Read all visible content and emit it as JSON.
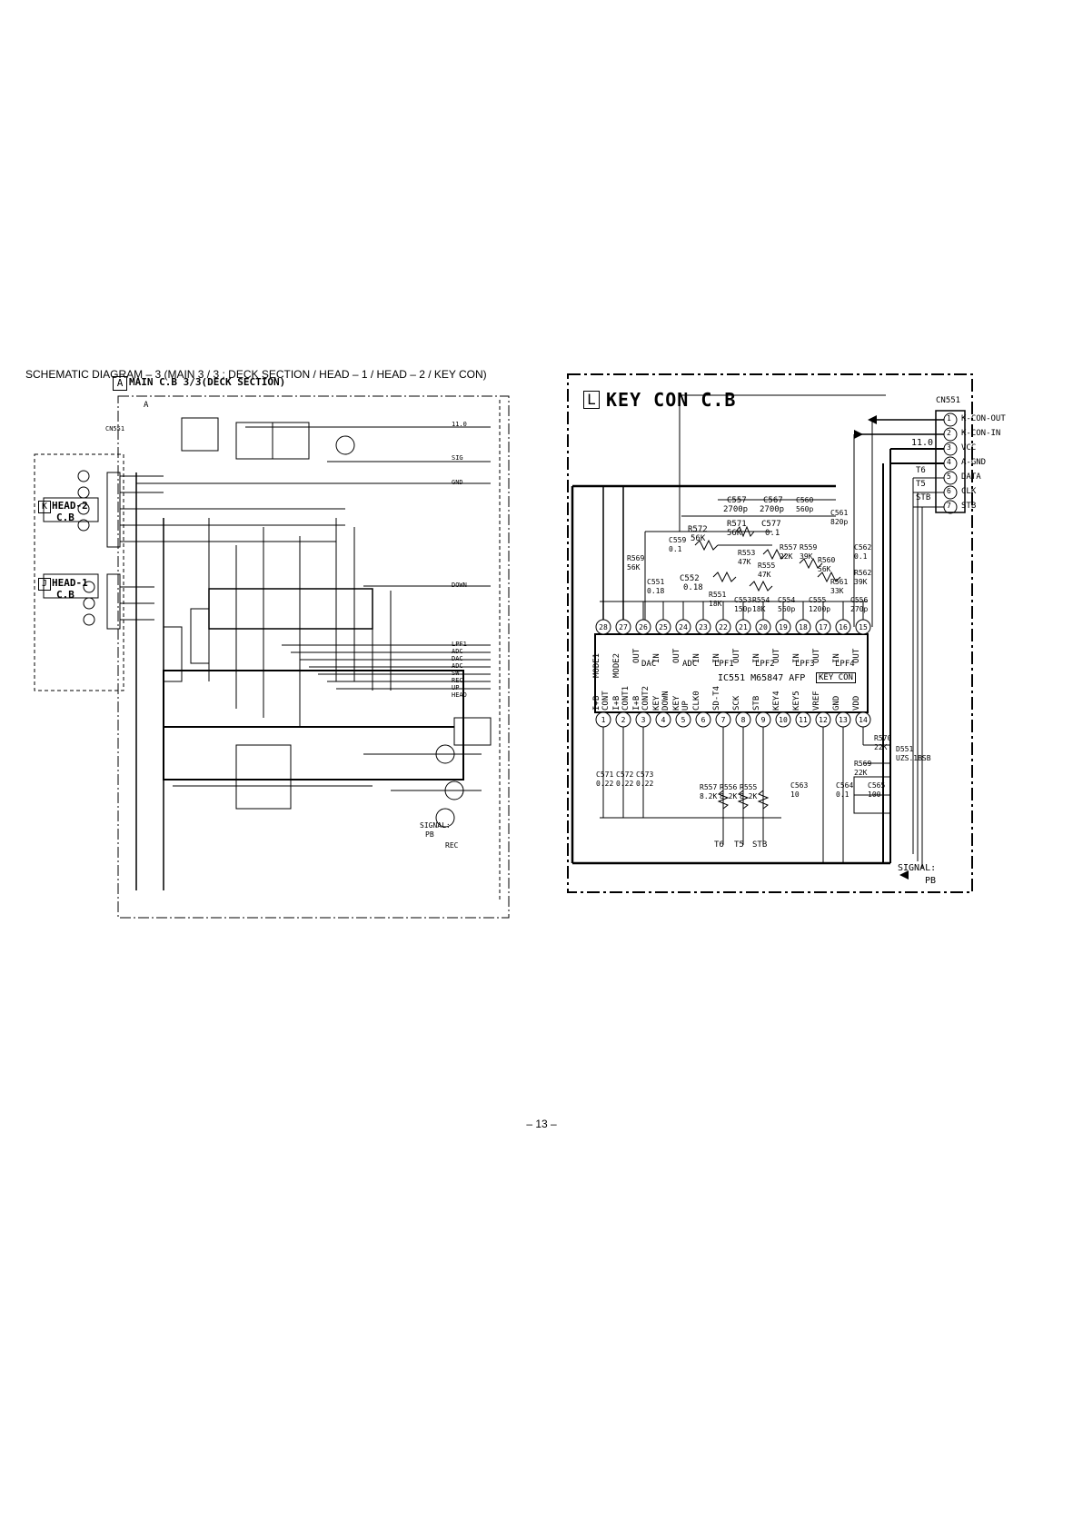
{
  "caption": "SCHEMATIC  DIAGRAM – 3  (MAIN 3 / 3 : DECK  SECTION / HEAD – 1 / HEAD – 2 / KEY  CON)",
  "page_number": "– 13 –",
  "main_board": {
    "box_letter": "A",
    "title": "MAIN C.B 3/3(DECK SECTION)",
    "connector": "CN551",
    "right_labels": [
      "11.0",
      "SIG",
      "GND",
      "DOWN",
      "LPF1",
      "ADC",
      "DAC",
      "ADC",
      "SW",
      "REC",
      "UP",
      "HEAD"
    ],
    "signal_label": "SIGNAL:",
    "pb_label": "PB",
    "rec_label": "REC"
  },
  "head2": {
    "box_letter": "K",
    "title": "HEAD-2",
    "sub": "C.B"
  },
  "head1": {
    "box_letter": "J",
    "title": "HEAD-1",
    "sub": "C.B"
  },
  "key_con": {
    "box_letter": "L",
    "title": "KEY CON C.B",
    "connector": "CN551",
    "connector_pins": [
      {
        "num": "1",
        "label": "K-CON-OUT"
      },
      {
        "num": "2",
        "label": "K-CON-IN"
      },
      {
        "num": "3",
        "label": "VCC"
      },
      {
        "num": "4",
        "label": "A-GND"
      },
      {
        "num": "5",
        "label": "DATA"
      },
      {
        "num": "6",
        "label": "CLK"
      },
      {
        "num": "7",
        "label": "STB"
      }
    ],
    "supply_label": "11.0",
    "line_labels": [
      "T6",
      "T5",
      "STB"
    ],
    "ic_label": "IC551 M65847 AFP",
    "ic_tag": "KEY CON",
    "top_pins": [
      {
        "num": "28",
        "label": "MODE1"
      },
      {
        "num": "27",
        "label": "MODE2"
      },
      {
        "num": "26",
        "label": "OUT"
      },
      {
        "num": "25",
        "label": "IN"
      },
      {
        "num": "24",
        "label": "OUT"
      },
      {
        "num": "23",
        "label": "IN"
      },
      {
        "num": "22",
        "label": "IN"
      },
      {
        "num": "21",
        "label": "OUT"
      },
      {
        "num": "20",
        "label": "IN"
      },
      {
        "num": "19",
        "label": "OUT"
      },
      {
        "num": "18",
        "label": "IN"
      },
      {
        "num": "17",
        "label": "OUT"
      },
      {
        "num": "16",
        "label": "IN"
      },
      {
        "num": "15",
        "label": "OUT"
      }
    ],
    "bottom_pins": [
      {
        "num": "1",
        "label": "I+B CONT"
      },
      {
        "num": "2",
        "label": "I+B CONT1"
      },
      {
        "num": "3",
        "label": "I+B CONT2"
      },
      {
        "num": "4",
        "label": "KEY DOWN"
      },
      {
        "num": "5",
        "label": "KEY UP"
      },
      {
        "num": "6",
        "label": "CLK0"
      },
      {
        "num": "7",
        "label": "SD-T4"
      },
      {
        "num": "8",
        "label": "SCK"
      },
      {
        "num": "9",
        "label": "STB"
      },
      {
        "num": "10",
        "label": "KEY4"
      },
      {
        "num": "11",
        "label": "KEY5"
      },
      {
        "num": "12",
        "label": "VREF"
      },
      {
        "num": "13",
        "label": "GND"
      },
      {
        "num": "14",
        "label": "VDD"
      }
    ],
    "block_labels": [
      "DAC",
      "ADC",
      "LPF1",
      "LPF2",
      "LPF3",
      "LPF4"
    ],
    "components": [
      {
        "ref": "C557",
        "value": "2700p"
      },
      {
        "ref": "C567",
        "value": "2700p"
      },
      {
        "ref": "C560",
        "value": "560p"
      },
      {
        "ref": "C561",
        "value": "820p"
      },
      {
        "ref": "R572",
        "value": "56K"
      },
      {
        "ref": "R571",
        "value": "56K"
      },
      {
        "ref": "C577",
        "value": "0.1"
      },
      {
        "ref": "C559",
        "value": "0.1"
      },
      {
        "ref": "R569",
        "value": "56K"
      },
      {
        "ref": "R553",
        "value": "47K"
      },
      {
        "ref": "R555",
        "value": "47K"
      },
      {
        "ref": "R557",
        "value": "22K"
      },
      {
        "ref": "R559",
        "value": "39K"
      },
      {
        "ref": "R560",
        "value": "56K"
      },
      {
        "ref": "C562",
        "value": "0.1"
      },
      {
        "ref": "C551",
        "value": "0.18"
      },
      {
        "ref": "C552",
        "value": "0.18"
      },
      {
        "ref": "R551",
        "value": "18K"
      },
      {
        "ref": "C553",
        "value": "150p"
      },
      {
        "ref": "R554",
        "value": "18K"
      },
      {
        "ref": "C554",
        "value": "560p"
      },
      {
        "ref": "C555",
        "value": "1200p"
      },
      {
        "ref": "R561",
        "value": "33K"
      },
      {
        "ref": "R562",
        "value": "39K"
      },
      {
        "ref": "C556",
        "value": "270p"
      },
      {
        "ref": "R570",
        "value": "22K"
      },
      {
        "ref": "R569",
        "value": "22K"
      },
      {
        "ref": "D551",
        "value": "UZS.1BSB"
      },
      {
        "ref": "C571",
        "value": "0.22"
      },
      {
        "ref": "C572",
        "value": "0.22"
      },
      {
        "ref": "C573",
        "value": "0.22"
      },
      {
        "ref": "R557",
        "value": "8.2K"
      },
      {
        "ref": "R556",
        "value": "8.2K"
      },
      {
        "ref": "R555",
        "value": "8.2K"
      },
      {
        "ref": "C563",
        "value": "10"
      },
      {
        "ref": "C564",
        "value": "0.1"
      },
      {
        "ref": "C565",
        "value": "100"
      }
    ],
    "bottom_net_labels": [
      "T6",
      "T5",
      "STB"
    ],
    "signal_label": "SIGNAL:",
    "pb_label": "PB"
  }
}
